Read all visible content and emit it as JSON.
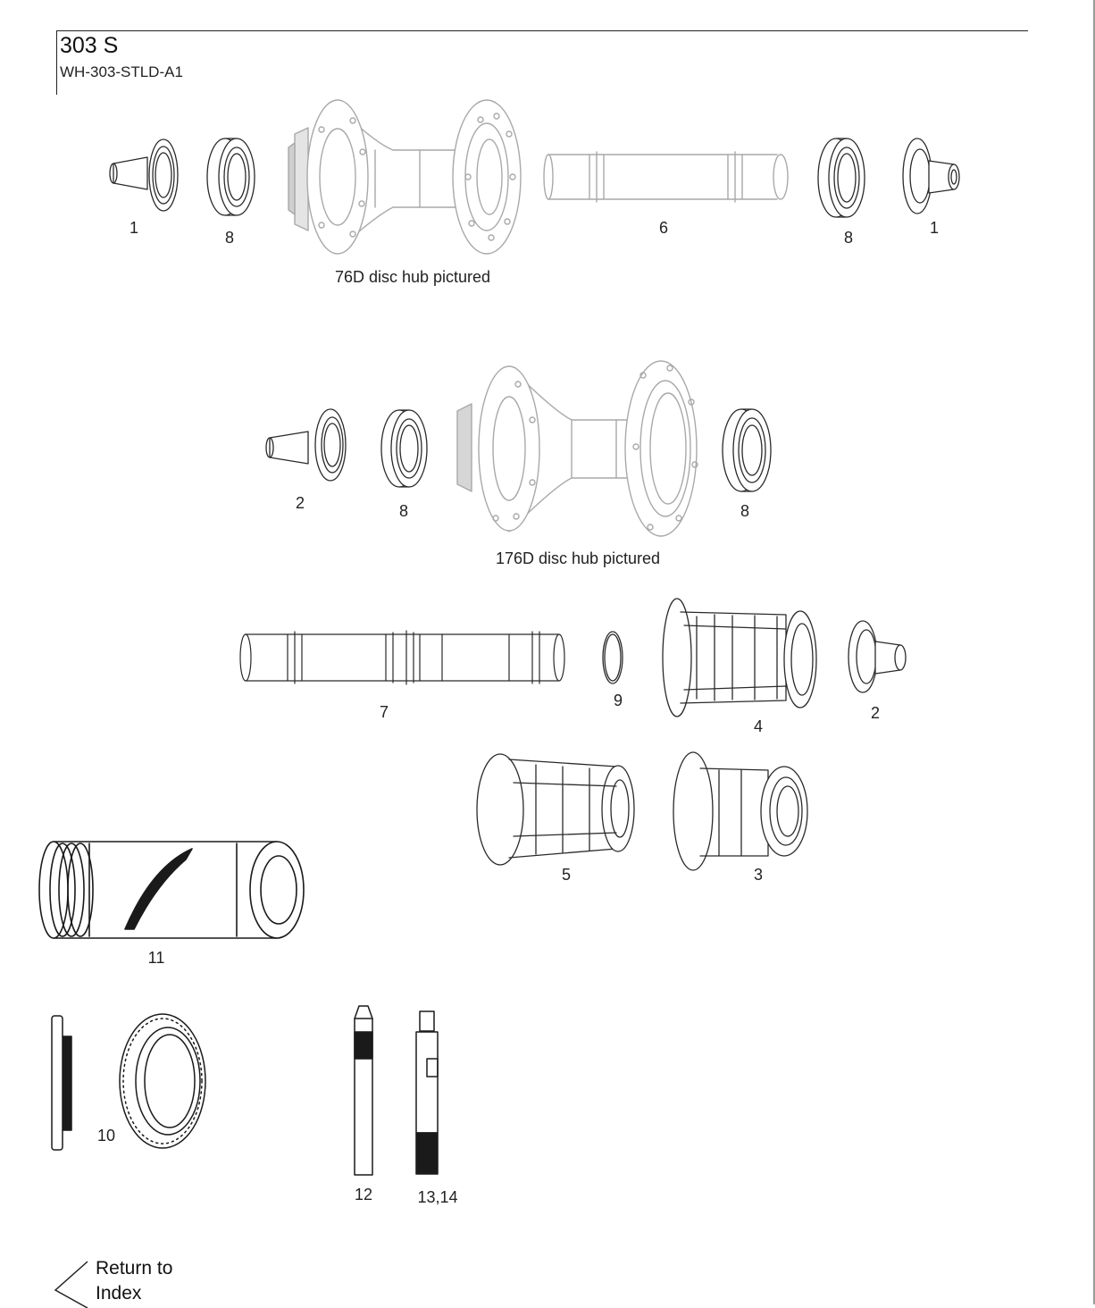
{
  "header": {
    "title": "303 S",
    "model_code": "WH-303-STLD-A1"
  },
  "captions": {
    "front_hub": "76D disc hub pictured",
    "rear_hub": "176D disc hub pictured"
  },
  "callouts": {
    "front_left_endcap": "1",
    "front_left_bearing": "8",
    "front_axle": "6",
    "front_right_bearing": "8",
    "front_right_endcap": "1",
    "rear_left_endcap": "2",
    "rear_left_bearing": "8",
    "rear_right_bearing": "8",
    "rear_axle": "7",
    "oring": "9",
    "freehub_a": "4",
    "rear_right_endcap": "2",
    "freehub_b": "5",
    "freehub_c": "3",
    "bottom_bracket": "11",
    "lockring": "10",
    "tool_pin": "12",
    "valve": "13,14"
  },
  "nav": {
    "return_label_line1": "Return to",
    "return_label_line2": "Index"
  },
  "colors": {
    "part_gray": "#a9a9a9",
    "part_black": "#1a1a1a"
  }
}
